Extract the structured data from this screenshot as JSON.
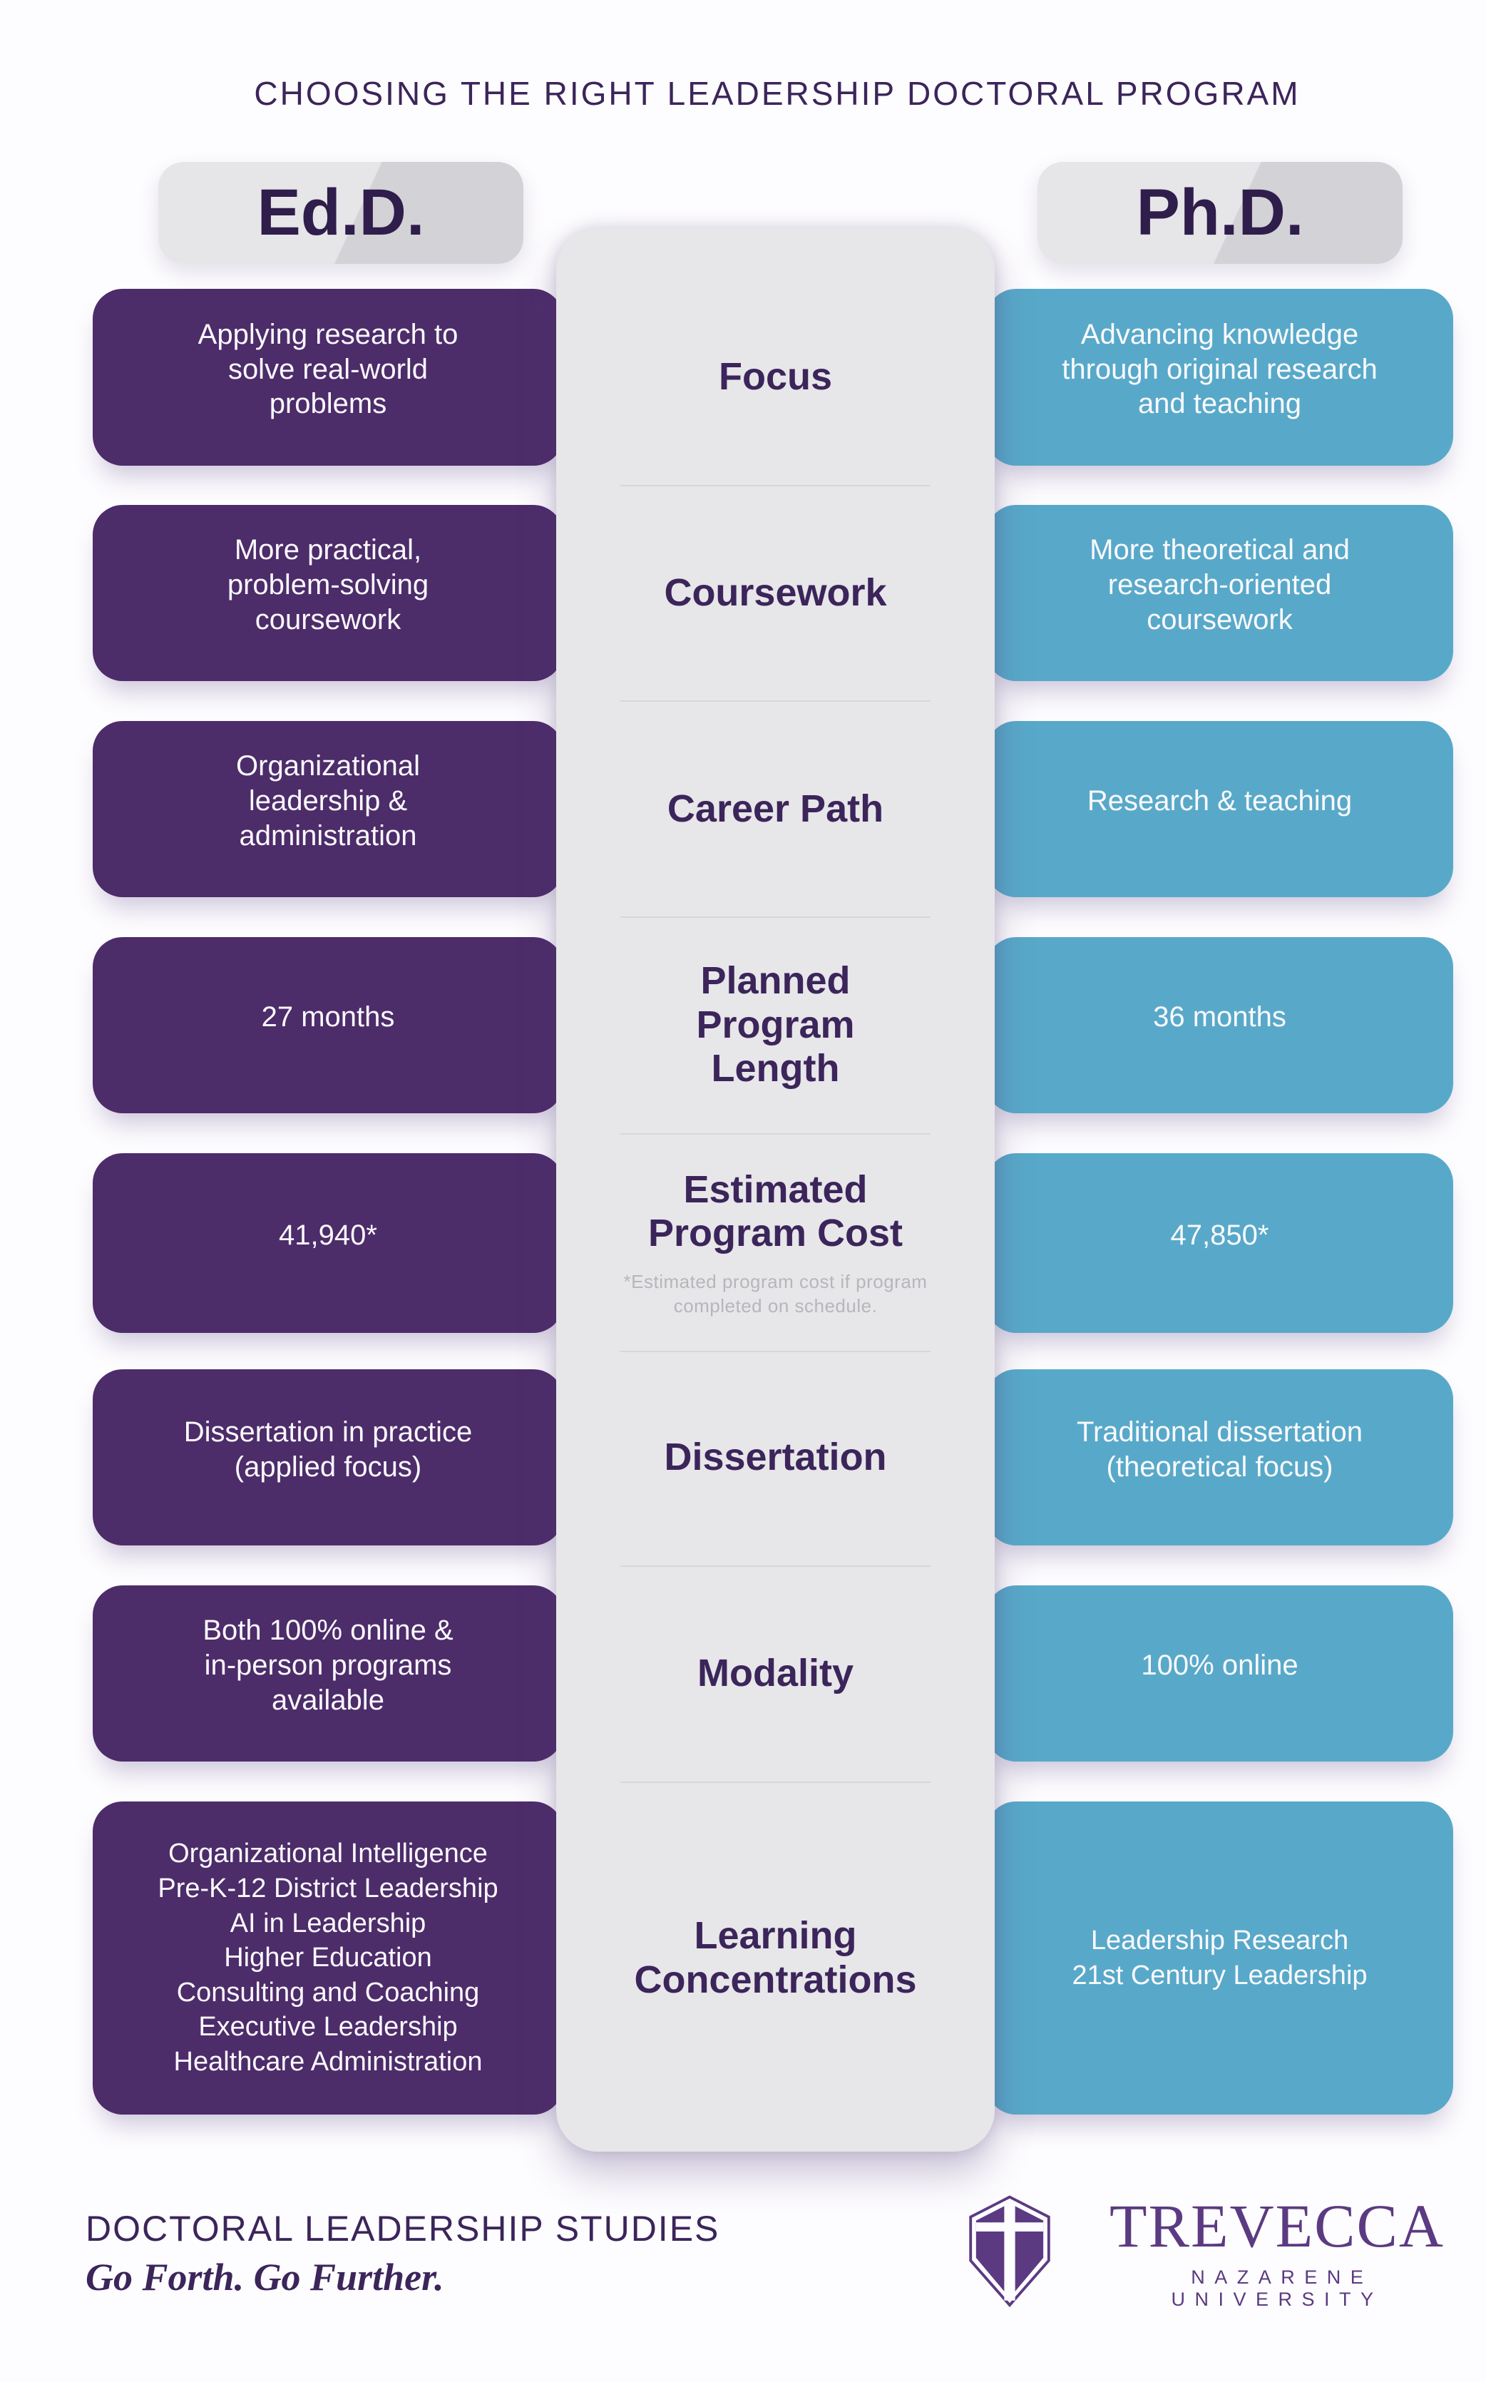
{
  "title": "CHOOSING THE RIGHT LEADERSHIP DOCTORAL PROGRAM",
  "columns": {
    "left_label": "Ed.D.",
    "right_label": "Ph.D."
  },
  "rows": [
    {
      "category": "Focus",
      "edd": "Applying research to\nsolve real-world\nproblems",
      "phd": "Advancing knowledge\nthrough original research\nand teaching"
    },
    {
      "category": "Coursework",
      "edd": "More practical,\nproblem-solving\ncoursework",
      "phd": "More theoretical and\nresearch-oriented\ncoursework"
    },
    {
      "category": "Career Path",
      "edd": "Organizational\nleadership &\nadministration",
      "phd": "Research & teaching"
    },
    {
      "category": "Planned\nProgram\nLength",
      "edd": "27 months",
      "phd": "36 months"
    },
    {
      "category": "Estimated\nProgram Cost",
      "footnote": "*Estimated program cost if program\ncompleted on schedule.",
      "edd": "41,940*",
      "phd": "47,850*"
    },
    {
      "category": "Dissertation",
      "edd": "Dissertation in practice\n(applied focus)",
      "phd": "Traditional dissertation\n(theoretical focus)"
    },
    {
      "category": "Modality",
      "edd": "Both 100% online &\nin-person programs\navailable",
      "phd": "100% online"
    },
    {
      "category": "Learning\nConcentrations",
      "edd": "Organizational Intelligence\nPre-K-12 District Leadership\nAI in Leadership\nHigher Education\nConsulting and Coaching\nExecutive Leadership\nHealthcare Administration",
      "phd": "Leadership Research\n21st Century Leadership"
    }
  ],
  "footer": {
    "program": "DOCTORAL LEADERSHIP STUDIES",
    "tagline": "Go Forth. Go Further.",
    "university_name": "TREVECCA",
    "university_subtitle": "NAZARENE UNIVERSITY"
  },
  "colors": {
    "edd_box": "#4d2c6a",
    "phd_box": "#58a9c9",
    "panel": "#e7e6e9",
    "accent_text": "#3b255a",
    "brand_purple": "#5b3a82"
  }
}
